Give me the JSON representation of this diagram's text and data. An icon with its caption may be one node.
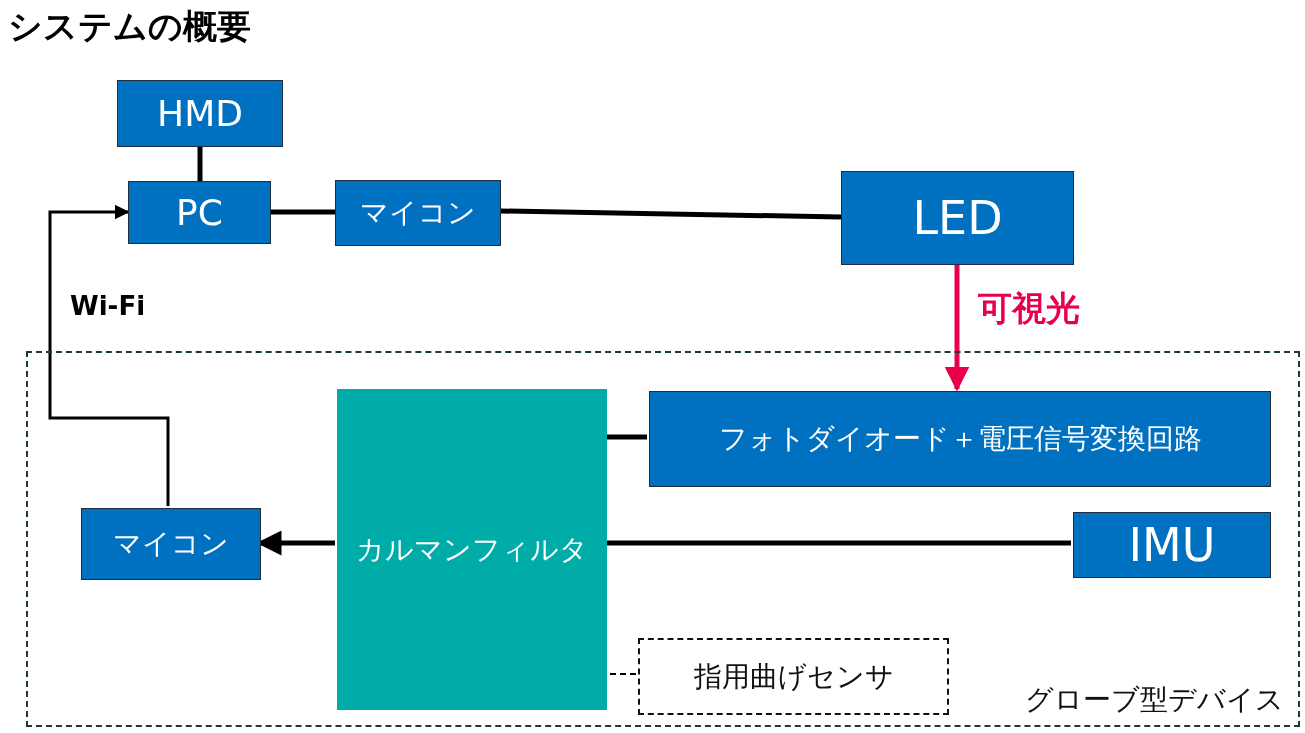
{
  "diagram": {
    "title": "システムの概要",
    "nodes": [
      {
        "text": [
          "HMD"
        ]
      },
      {
        "text": [
          "PC"
        ]
      },
      {
        "text": [
          "マイコン"
        ]
      },
      {
        "text": [
          "LED"
        ]
      },
      {
        "text": [
          "グローブ型デバイス"
        ]
      },
      {
        "text": [
          "カルマンフィルタ"
        ],
        "in": 4
      },
      {
        "text": [
          "フォトダイオード＋電圧信号変換回路"
        ],
        "in": 4
      },
      {
        "text": [
          "マイコン"
        ],
        "in": 4
      },
      {
        "text": [
          "IMU"
        ],
        "in": 4
      },
      {
        "text": [
          "指用曲げセンサ"
        ],
        "in": 4
      }
    ],
    "edges": [
      {
        "from": 0,
        "to": 1,
        "arrow": "none"
      },
      {
        "from": 1,
        "to": 2,
        "arrow": "none"
      },
      {
        "from": 2,
        "to": 3,
        "arrow": "none"
      },
      {
        "from": 3,
        "to": 6,
        "arrow": "to",
        "label": "可視光",
        "color": "#e8004b"
      },
      {
        "from": 5,
        "to": 6,
        "arrow": "none"
      },
      {
        "from": 5,
        "to": 8,
        "arrow": "none"
      },
      {
        "from": 5,
        "to": 7,
        "arrow": "to"
      },
      {
        "from": 9,
        "to": 5,
        "arrow": "none",
        "style": "dashed"
      },
      {
        "from": 7,
        "to": 1,
        "arrow": "to",
        "label": "Wi-Fi"
      }
    ]
  }
}
